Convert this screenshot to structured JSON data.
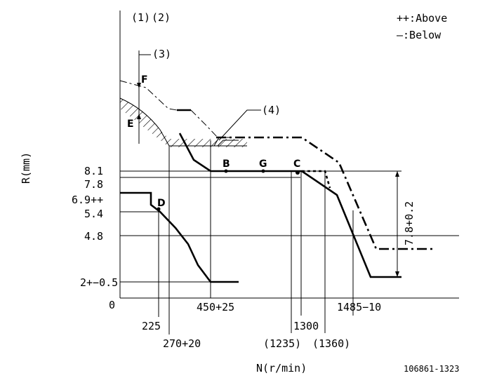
{
  "legend": {
    "above": "++:Above",
    "below": "—:Below"
  },
  "callouts": {
    "c1": "(1)",
    "c2": "(2)",
    "c3": "(3)",
    "c4": "(4)"
  },
  "point_labels": {
    "F": "F",
    "E": "E",
    "B": "B",
    "G": "G",
    "C": "C",
    "D": "D"
  },
  "axes": {
    "y_label": "R(mm)",
    "x_label": "N(r/min)",
    "origin": "0"
  },
  "y_ticks": {
    "t81": "8.1",
    "t78": "7.8",
    "t69": "6.9++",
    "t54": "5.4",
    "t48": "4.8",
    "t2": "2+−0.5"
  },
  "x_ticks": {
    "t225": "225",
    "t270": "270+20",
    "t450": "450+25",
    "t1235": "(1235)",
    "t1300": "1300",
    "t1360": "(1360)",
    "t1485": "1485−10"
  },
  "dimension": "7.8+0.2",
  "drawing_number": "106861-1323"
}
